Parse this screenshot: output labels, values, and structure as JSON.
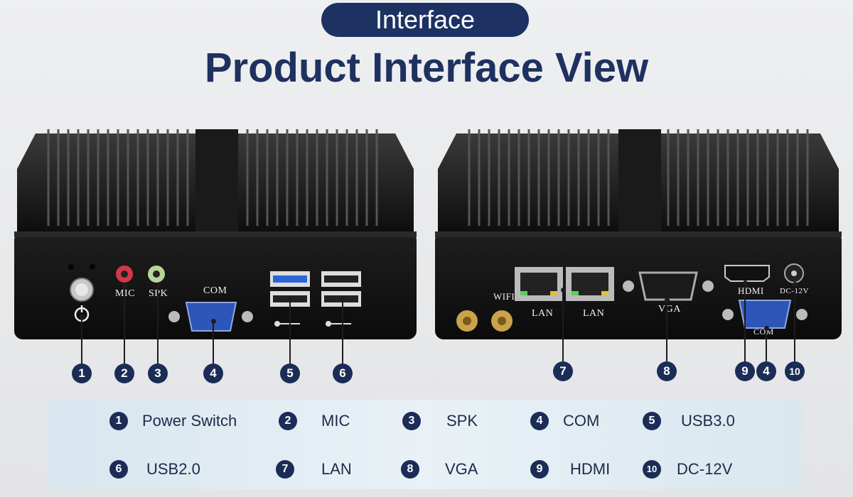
{
  "header": {
    "pill": "Interface",
    "title": "Product Interface View"
  },
  "front": {
    "labels": {
      "mic": "MIC",
      "spk": "SPK",
      "com": "COM"
    }
  },
  "back": {
    "labels": {
      "wifi": "WIFI",
      "lan1": "LAN",
      "lan2": "LAN",
      "vga": "VGA",
      "hdmi": "HDMI",
      "dc": "DC-12V",
      "com": "COM"
    }
  },
  "callouts": [
    "1",
    "2",
    "3",
    "4",
    "5",
    "6",
    "7",
    "8",
    "9",
    "4",
    "10"
  ],
  "legend": [
    {
      "num": "1",
      "label": "Power Switch"
    },
    {
      "num": "2",
      "label": "MIC"
    },
    {
      "num": "3",
      "label": "SPK"
    },
    {
      "num": "4",
      "label": "COM"
    },
    {
      "num": "5",
      "label": "USB3.0"
    },
    {
      "num": "6",
      "label": "USB2.0"
    },
    {
      "num": "7",
      "label": "LAN"
    },
    {
      "num": "8",
      "label": "VGA"
    },
    {
      "num": "9",
      "label": "HDMI"
    },
    {
      "num": "10",
      "label": "DC-12V"
    }
  ],
  "colors": {
    "navy": "#1d3263",
    "device": "#151515",
    "com_port": "#2c56b8"
  }
}
